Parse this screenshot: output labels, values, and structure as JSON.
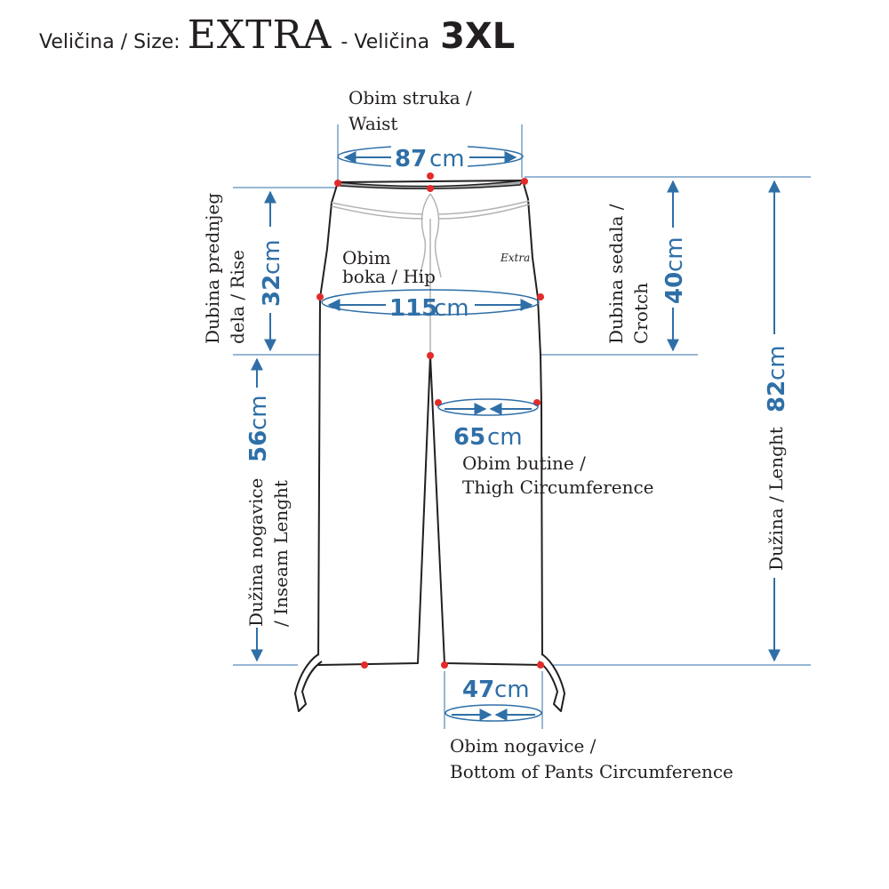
{
  "header": {
    "prefix": "Veličina / Size:",
    "model": "EXTRA",
    "mid": "- Veličina",
    "size": "3XL"
  },
  "measurements": {
    "waist": {
      "label_line1": "Obim struka /",
      "label_line2": "Waist",
      "value": "87",
      "unit": "cm"
    },
    "hip": {
      "label_line1": "Obim",
      "label_line2": "boka / Hip",
      "value": "115",
      "unit": "cm"
    },
    "thigh": {
      "label_line1": "Obim  butine /",
      "label_line2": "Thigh  Circumference",
      "value": "65",
      "unit": "cm"
    },
    "bottom": {
      "label_line1": "Obim nogavice /",
      "label_line2": "Bottom of Pants Circumference",
      "value": "47",
      "unit": "cm"
    },
    "rise": {
      "label_line1": "Dubina prednjeg",
      "label_line2": "dela / Rise",
      "value": "32",
      "unit": "cm"
    },
    "crotch": {
      "label_line1": "Dubina sedala /",
      "label_line2": "Crotch",
      "value": "40",
      "unit": "cm"
    },
    "inseam": {
      "label_line1": "Dužina nogavice",
      "label_line2": "/ Inseam Lenght",
      "value": "56",
      "unit": "cm"
    },
    "length": {
      "label": "Dužina / Lenght",
      "value": "82",
      "unit": "cm"
    }
  },
  "logo_text": "Extra",
  "colors": {
    "accent": "#2f6fa7",
    "line": "#2f6fa7",
    "dot": "#e32b2b",
    "outline": "#231f20"
  }
}
